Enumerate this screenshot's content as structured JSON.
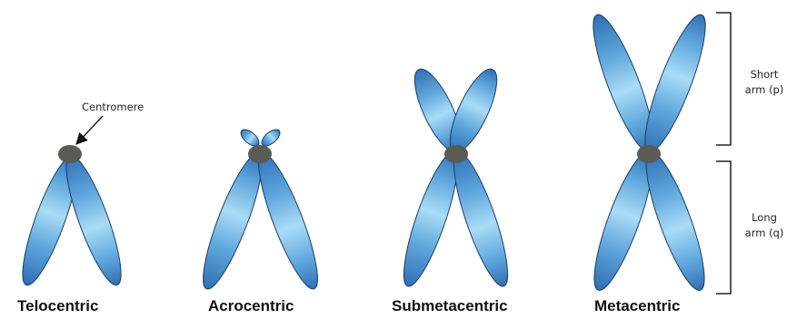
{
  "chromosomes": [
    {
      "label": "Telocentric"
    },
    {
      "label": "Acrocentric"
    },
    {
      "label": "Submetacentric"
    },
    {
      "label": "Metacentric"
    }
  ],
  "annotations": {
    "centromere": "Centromere",
    "short_arm_line1": "Short",
    "short_arm_line2": "arm (p)",
    "long_arm_line1": "Long",
    "long_arm_line2": "arm (q)"
  },
  "colors": {
    "arm_light": "#a9dcf6",
    "arm_mid": "#5ea6dd",
    "arm_dark": "#2f6fb3",
    "outline": "#1e3f66",
    "centromere": "#5c5a55"
  }
}
